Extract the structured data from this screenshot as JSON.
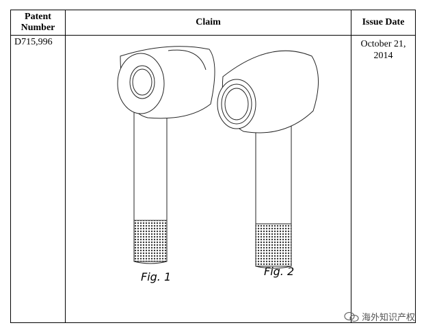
{
  "table": {
    "headers": {
      "patent_number": "Patent Number",
      "claim": "Claim",
      "issue_date": "Issue Date"
    },
    "rows": [
      {
        "patent_number": "D715,996",
        "issue_date": "October 21, 2014"
      }
    ]
  },
  "figures": [
    {
      "label": "Fig. 1"
    },
    {
      "label": "Fig. 2"
    }
  ],
  "watermark": {
    "text": "海外知识产权",
    "icon": "wechat-icon"
  }
}
